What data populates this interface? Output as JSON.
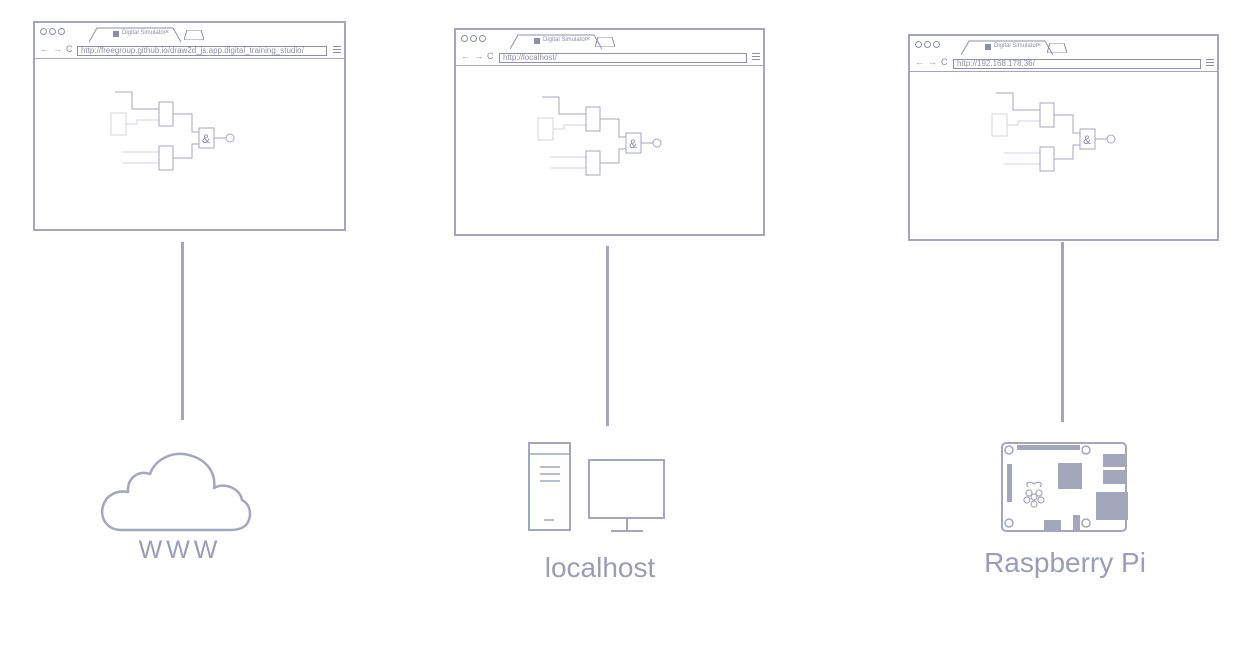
{
  "browsers": [
    {
      "tab_title": "Digital Simulator",
      "close": "×",
      "url": "http://freegroup.github.io/draw2d_js.app.digital_training_studio/",
      "back": "←",
      "forward": "→",
      "reload": "C",
      "gate_label": "&"
    },
    {
      "tab_title": "Digital Simulator",
      "close": "×",
      "url": "http://localhost/",
      "back": "←",
      "forward": "→",
      "reload": "C",
      "gate_label": "&"
    },
    {
      "tab_title": "Digital Simulator",
      "close": "×",
      "url": "http://192.168.178.36/",
      "back": "←",
      "forward": "→",
      "reload": "C",
      "gate_label": "&"
    }
  ],
  "hosts": [
    {
      "label": "WWW",
      "icon": "cloud-icon"
    },
    {
      "label": "localhost",
      "icon": "desktop-computer-icon"
    },
    {
      "label": "Raspberry Pi",
      "icon": "raspberry-pi-board-icon"
    }
  ],
  "colors": {
    "stroke": "#a4a7bb",
    "light_stroke": "#d2d4de",
    "text": "#9a9db4"
  }
}
